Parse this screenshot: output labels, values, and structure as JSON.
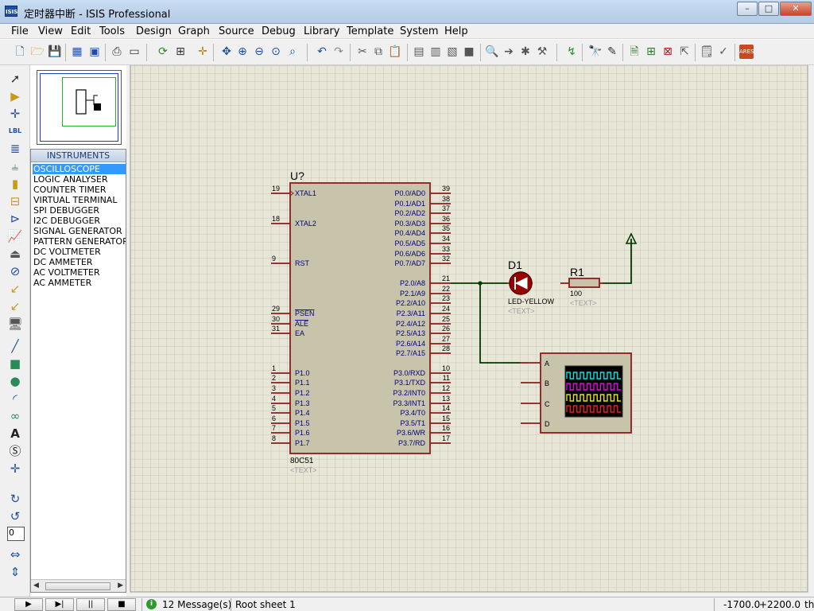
{
  "window": {
    "title": "定时器中断 - ISIS Professional",
    "app_icon": "ISIS",
    "minimize": "–",
    "maximize": "□",
    "close": "✕"
  },
  "menu": [
    "File",
    "View",
    "Edit",
    "Tools",
    "Design",
    "Graph",
    "Source",
    "Debug",
    "Library",
    "Template",
    "System",
    "Help"
  ],
  "device_panel": {
    "header": "INSTRUMENTS",
    "items": [
      "OSCILLOSCOPE",
      "LOGIC ANALYSER",
      "COUNTER TIMER",
      "VIRTUAL TERMINAL",
      "SPI DEBUGGER",
      "I2C DEBUGGER",
      "SIGNAL GENERATOR",
      "PATTERN GENERATOR",
      "DC VOLTMETER",
      "DC AMMETER",
      "AC VOLTMETER",
      "AC AMMETER"
    ],
    "selected_index": 0
  },
  "rotation_value": "0",
  "schematic": {
    "mcu": {
      "ref": "U?",
      "part": "80C51",
      "text": "<TEXT>",
      "left_pins": [
        {
          "num": "19",
          "name": "XTAL1"
        },
        {
          "num": "18",
          "name": "XTAL2"
        },
        {
          "num": "9",
          "name": "RST"
        },
        {
          "num": "29",
          "name": "PSEN"
        },
        {
          "num": "30",
          "name": "ALE"
        },
        {
          "num": "31",
          "name": "EA"
        },
        {
          "num": "1",
          "name": "P1.0"
        },
        {
          "num": "2",
          "name": "P1.1"
        },
        {
          "num": "3",
          "name": "P1.2"
        },
        {
          "num": "4",
          "name": "P1.3"
        },
        {
          "num": "5",
          "name": "P1.4"
        },
        {
          "num": "6",
          "name": "P1.5"
        },
        {
          "num": "7",
          "name": "P1.6"
        },
        {
          "num": "8",
          "name": "P1.7"
        }
      ],
      "right_pins": [
        {
          "num": "39",
          "name": "P0.0/AD0"
        },
        {
          "num": "38",
          "name": "P0.1/AD1"
        },
        {
          "num": "37",
          "name": "P0.2/AD2"
        },
        {
          "num": "36",
          "name": "P0.3/AD3"
        },
        {
          "num": "35",
          "name": "P0.4/AD4"
        },
        {
          "num": "34",
          "name": "P0.5/AD5"
        },
        {
          "num": "33",
          "name": "P0.6/AD6"
        },
        {
          "num": "32",
          "name": "P0.7/AD7"
        },
        {
          "num": "21",
          "name": "P2.0/A8"
        },
        {
          "num": "22",
          "name": "P2.1/A9"
        },
        {
          "num": "23",
          "name": "P2.2/A10"
        },
        {
          "num": "24",
          "name": "P2.3/A11"
        },
        {
          "num": "25",
          "name": "P2.4/A12"
        },
        {
          "num": "26",
          "name": "P2.5/A13"
        },
        {
          "num": "27",
          "name": "P2.6/A14"
        },
        {
          "num": "28",
          "name": "P2.7/A15"
        },
        {
          "num": "10",
          "name": "P3.0/RXD"
        },
        {
          "num": "11",
          "name": "P3.1/TXD"
        },
        {
          "num": "12",
          "name": "P3.2/INT0"
        },
        {
          "num": "13",
          "name": "P3.3/INT1"
        },
        {
          "num": "14",
          "name": "P3.4/T0"
        },
        {
          "num": "15",
          "name": "P3.5/T1"
        },
        {
          "num": "16",
          "name": "P3.6/WR"
        },
        {
          "num": "17",
          "name": "P3.7/RD"
        }
      ]
    },
    "led": {
      "ref": "D1",
      "value": "LED-YELLOW",
      "text": "<TEXT>"
    },
    "resistor": {
      "ref": "R1",
      "value": "100",
      "text": "<TEXT>"
    },
    "scope_channels": [
      "A",
      "B",
      "C",
      "D"
    ],
    "colors": {
      "body": "#c8c4ac",
      "outline": "#8b1c1c",
      "wire": "#003a00",
      "label": "#000080",
      "pinnum": "#000000",
      "ghost": "#9a9a9a",
      "grid": "#bfbfb2",
      "sheet": "#e7e6d7"
    }
  },
  "statusbar": {
    "play": "▶",
    "step": "▶|",
    "pause": "||",
    "stop": "■",
    "messages": "12 Message(s)",
    "sheet": "Root sheet 1",
    "coord_x": "-1700.0",
    "coord_y": "+2200.0",
    "units": "th"
  }
}
